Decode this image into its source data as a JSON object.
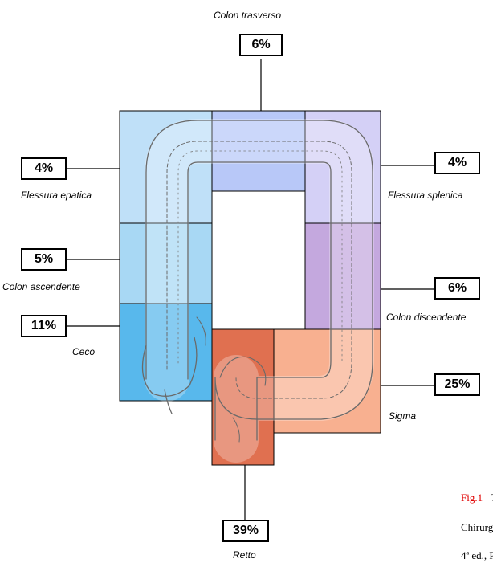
{
  "segments": {
    "transverse": {
      "name": "Colon trasverso",
      "pct": "6%",
      "color": "#b8c8f8"
    },
    "hepatic": {
      "name": "Flessura epatica",
      "pct": "4%",
      "color": "#bfe0f8"
    },
    "splenic": {
      "name": "Flessura splenica",
      "pct": "4%",
      "color": "#d4d0f6"
    },
    "ascending": {
      "name": "Colon ascendente",
      "pct": "5%",
      "color": "#a8d8f4"
    },
    "descending": {
      "name": "Colon discendente",
      "pct": "6%",
      "color": "#c4a8de"
    },
    "cecum": {
      "name": "Ceco",
      "pct": "11%",
      "color": "#58b8ec"
    },
    "sigmoid": {
      "name": "Sigma",
      "pct": "25%",
      "color": "#f8b090"
    },
    "rectum": {
      "name": "Retto",
      "pct": "39%",
      "color": "#e07050"
    }
  },
  "caption": {
    "fig_label": "Fig.1",
    "fig_label_color": "#e00000",
    "line1_tail": "T",
    "line2": "Chirurg",
    "line3": "4ª ed., P"
  }
}
